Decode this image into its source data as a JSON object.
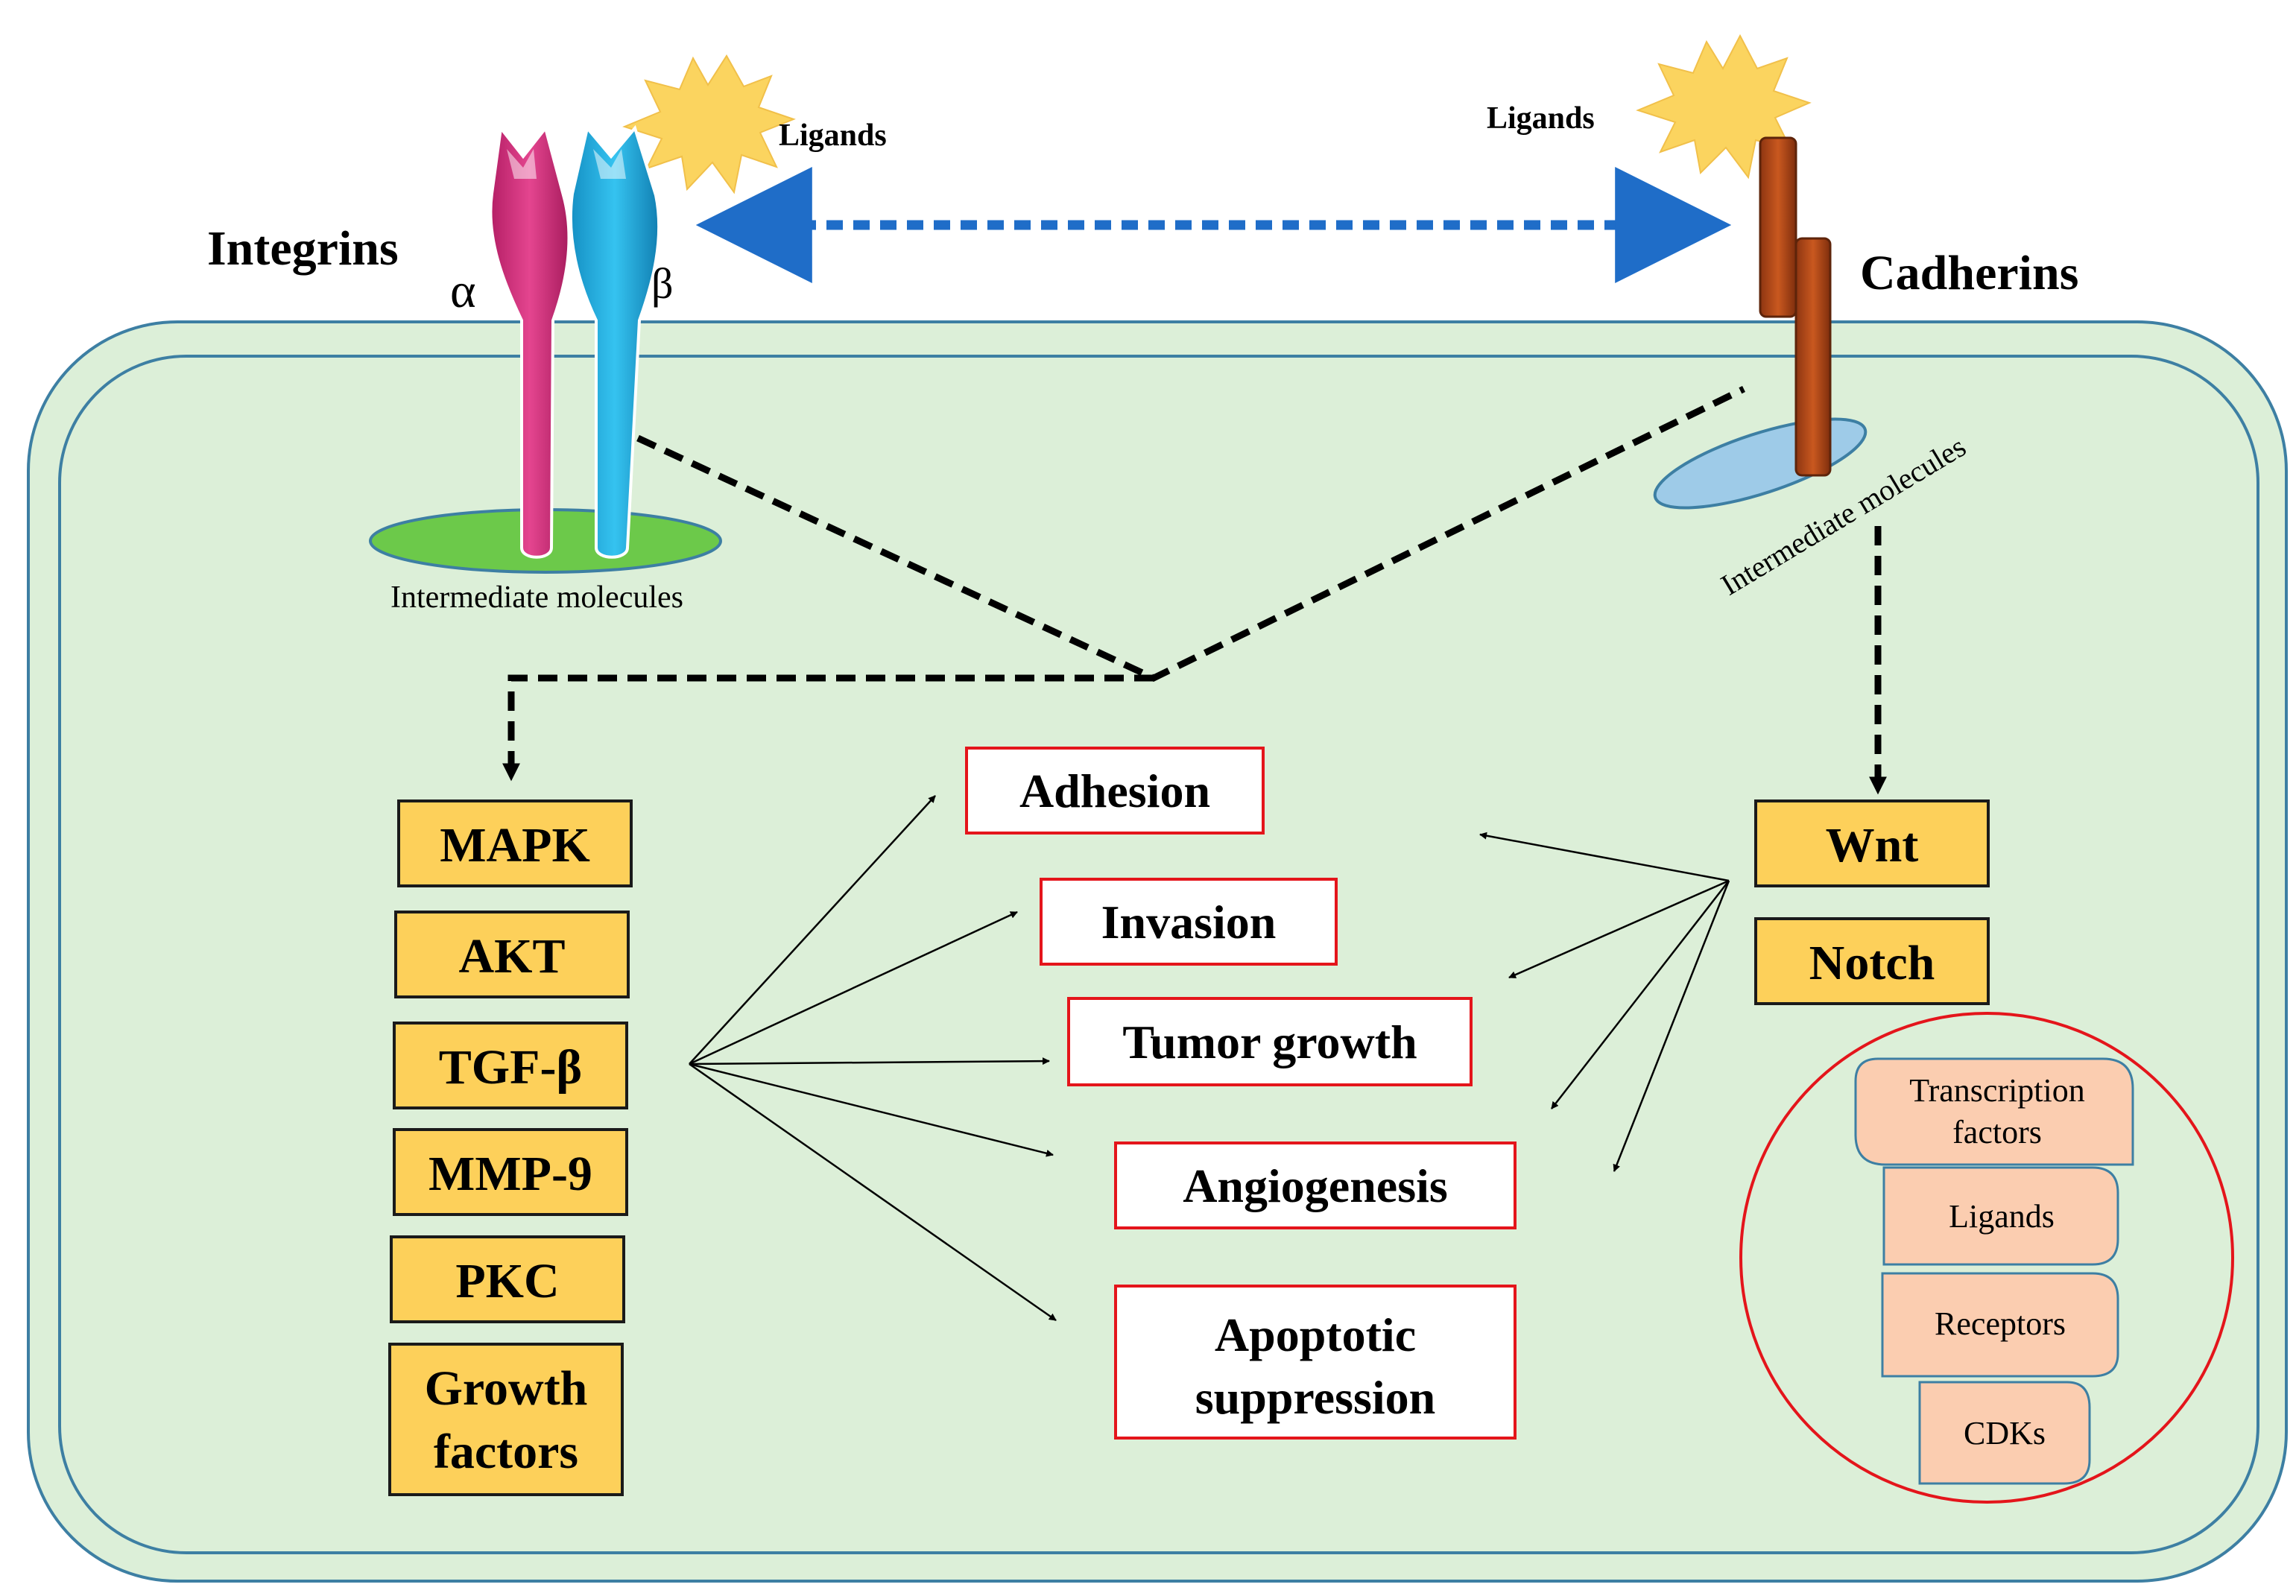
{
  "colors": {
    "cell_fill": "#dcefd8",
    "cell_stroke": "#3d7fa3",
    "alpha_integrin": "#d6337f",
    "beta_integrin": "#1fb1e3",
    "cadherin": "#b0471a",
    "ligand": "#fbd45f",
    "kinase_box": "#fdd05a",
    "outcome_border": "#e4151b",
    "pathway_box": "#fbcdb0",
    "exchange_arrow": "#1f6dc8"
  },
  "receptors": {
    "integrins": {
      "title": "Integrins",
      "alpha_symbol": "α",
      "beta_symbol": "β",
      "ligand_label": "Ligands",
      "intermediate_label": "Intermediate molecules"
    },
    "cadherins": {
      "title": "Cadherins",
      "ligand_label": "Ligands",
      "intermediate_label": "Intermediate molecules"
    }
  },
  "integrin_signals": [
    "MAPK",
    "AKT",
    "TGF-β",
    "MMP-9",
    "PKC"
  ],
  "growth_factors": [
    "Growth",
    "factors"
  ],
  "outcomes": {
    "adhesion": "Adhesion",
    "invasion": "Invasion",
    "tumor_growth": "Tumor growth",
    "angiogenesis": "Angiogenesis",
    "apoptotic_line1": "Apoptotic",
    "apoptotic_line2": "suppression"
  },
  "cadherin_signals": [
    "Wnt",
    "Notch"
  ],
  "pathway_components": {
    "transcription_line1": "Transcription",
    "transcription_line2": "factors",
    "ligands": "Ligands",
    "receptors": "Receptors",
    "cdks": "CDKs"
  }
}
